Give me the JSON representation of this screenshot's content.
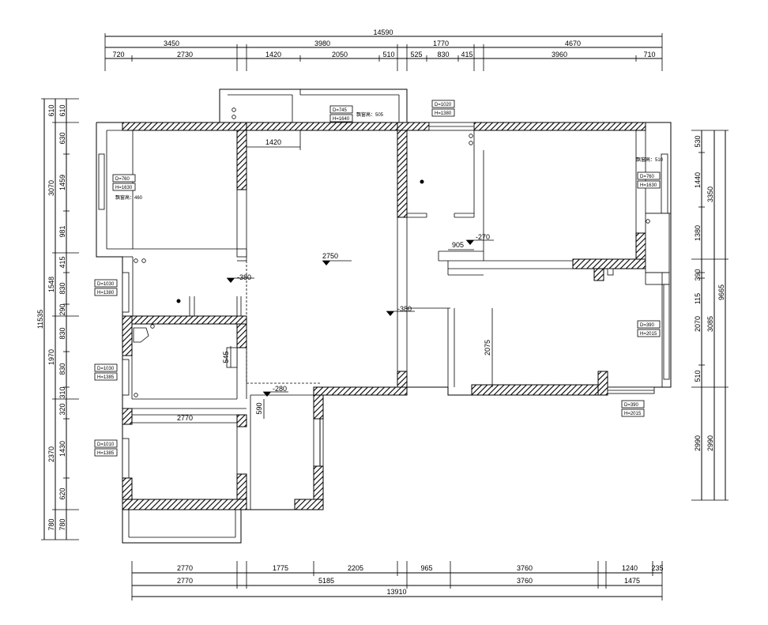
{
  "dimensions": {
    "top_overall": "14590",
    "top_mid": [
      "3450",
      "3980",
      "1770",
      "4670"
    ],
    "top_detail": [
      "720",
      "2730",
      "1420",
      "2050",
      "510",
      "525",
      "830",
      "415",
      "3960",
      "710"
    ],
    "bottom_row1": [
      "2770",
      "1775",
      "2205",
      "965",
      "3760",
      "1240",
      "235"
    ],
    "bottom_row2": [
      "2770",
      "5185",
      "3760",
      "1475"
    ],
    "bottom_overall": "13910",
    "left_overall": "11535",
    "left_mid": [
      "610",
      "3070",
      "1548",
      "1970",
      "2370",
      "780"
    ],
    "left_detail": [
      "610",
      "630",
      "1459",
      "981",
      "415",
      "830",
      "290",
      "830",
      "830",
      "310",
      "320",
      "1430",
      "620",
      "780"
    ],
    "right_overall": "9665",
    "right_mid": [
      "3350",
      "3085",
      "2990"
    ],
    "right_detail": [
      "530",
      "1440",
      "1380",
      "390",
      "115",
      "2070",
      "510",
      "2990"
    ]
  },
  "interior": {
    "dim_1420": "1420",
    "dim_2750": "2750",
    "dim_380_left": "-380",
    "dim_380_mid": "-380",
    "dim_270": "-270",
    "dim_905": "905",
    "dim_280": "-280",
    "dim_545": "545",
    "dim_590": "590",
    "dim_2770": "2770",
    "dim_2075": "2075"
  },
  "labels": {
    "win_top_mid": {
      "d": "D=745",
      "h": "H=1640",
      "note": "飘窗高：505"
    },
    "win_top_right": {
      "d": "D=1020",
      "h": "H=1380"
    },
    "win_left_bed": {
      "d": "D=760",
      "h": "H=1630",
      "note": "飘窗高：460"
    },
    "win_right_bed": {
      "d": "D=760",
      "h": "H=1630",
      "note": "飘窗高：510"
    },
    "win_left_1": {
      "d": "D=1030",
      "h": "H=1380"
    },
    "win_left_2": {
      "d": "D=1030",
      "h": "H=1385"
    },
    "win_left_3": {
      "d": "D=1010",
      "h": "H=1385"
    },
    "win_right_2": {
      "d": "D=390",
      "h": "H=2015"
    },
    "win_bottom_right": {
      "d": "D=390",
      "h": "H=2015"
    }
  }
}
